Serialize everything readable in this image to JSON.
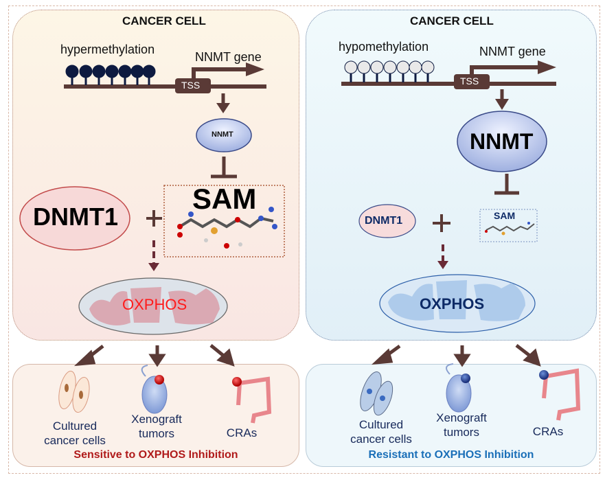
{
  "panels": [
    {
      "title": "CANCER CELL",
      "methylation_label": "hypermethylation",
      "gene_label": "NNMT gene",
      "tss_label": "TSS",
      "nnmt_label": "NNMT",
      "dnmt_label": "DNMT1",
      "sam_label": "SAM",
      "plus": "+",
      "oxphos_label": "OXPHOS",
      "items": [
        "Cultured\ncancer cells",
        "Xenograft\ntumors",
        "CRAs"
      ],
      "items_lines": [
        [
          "Cultured",
          "cancer cells"
        ],
        [
          "Xenograft",
          "tumors"
        ],
        [
          "CRAs"
        ]
      ],
      "verdict": "Sensitive to OXPHOS Inhibition",
      "colors": {
        "verdict": "#b01a1a",
        "oxphos_text": "#ff1a1a",
        "methyl": "#0d1a40"
      }
    },
    {
      "title": "CANCER CELL",
      "methylation_label": "hypomethylation",
      "gene_label": "NNMT gene",
      "tss_label": "TSS",
      "nnmt_label": "NNMT",
      "dnmt_label": "DNMT1",
      "sam_label": "SAM",
      "plus": "+",
      "oxphos_label": "OXPHOS",
      "items_lines": [
        [
          "Cultured",
          "cancer cells"
        ],
        [
          "Xenograft",
          "tumors"
        ],
        [
          "CRAs"
        ]
      ],
      "verdict": "Resistant to OXPHOS Inhibition",
      "colors": {
        "verdict": "#1a6fb8",
        "oxphos_text": "#0d2a66",
        "methyl": "#e8e8e8"
      }
    }
  ]
}
